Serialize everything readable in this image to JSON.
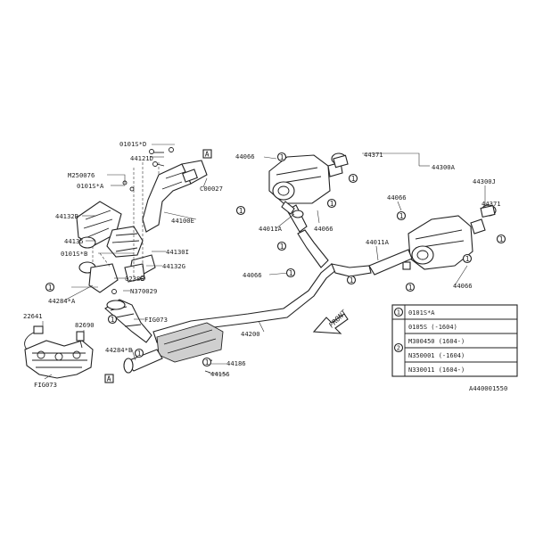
{
  "callouts": {
    "c0101": "0101S*D",
    "c44121d": "44121D",
    "cM250076": "M250076",
    "c0101Sa": "0101S*A",
    "c44132b": "44132B",
    "c44135": "44135",
    "c0101Sb": "0101S*B",
    "c44284a": "44284*A",
    "c22641": "22641",
    "c82690": "82690",
    "cfig073a": "FIG073",
    "cfig073b": "FIG073",
    "c44284b": "44284*B",
    "c44186": "44186",
    "c44156": "44156",
    "c44100e": "44100E",
    "c44130i": "44130I",
    "c44132g": "44132G",
    "c0238s": "0238S",
    "cN370029": "N370029",
    "cC00027": "C00027",
    "c44066a": "44066",
    "c44066b": "44066",
    "c44066c": "44066",
    "c44066d": "44066",
    "c44066e": "44066",
    "c44011a1": "44011A",
    "c44011a2": "44011A",
    "c44371a": "44371",
    "c44371b": "44371",
    "c44300a": "44300A",
    "c44300j": "44300J",
    "c44200": "44200"
  },
  "markers": {
    "a1": "A",
    "a2": "A",
    "n1": "1",
    "n2": "1",
    "n3": "1",
    "n4": "1",
    "n5": "1",
    "n6": "1",
    "n7": "1",
    "n8": "1",
    "n9": "1",
    "n10": "1",
    "n11": "1",
    "n12": "1",
    "n13": "1",
    "n14": "1",
    "n15": "1"
  },
  "front_label": "FRONT",
  "legend": {
    "marker": "1",
    "header": "0101S*A",
    "marker2": "2",
    "rows": [
      "0105S   (-1604)",
      "M300450 (1604-)",
      "N350001 (-1604)",
      "N330011 (1604-)"
    ]
  },
  "diagram_code": "A440001550"
}
